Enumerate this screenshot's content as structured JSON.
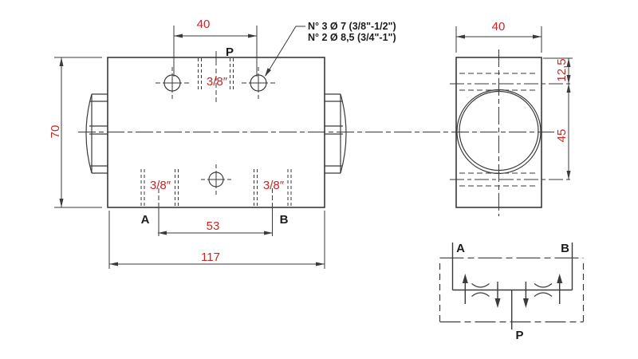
{
  "annotation": {
    "line1": "N° 3 Ø 7 (3/8\"-1/2\")",
    "line2": "N° 2 Ø 8,5 (3/4\"-1\")"
  },
  "front_view": {
    "dim_hole_spacing": "40",
    "dim_height": "70",
    "dim_length": "117",
    "dim_port_spacing": "53",
    "label_p": "P",
    "label_a": "A",
    "label_b": "B",
    "thread_p": "3/8″",
    "thread_a": "3/8″",
    "thread_b": "3/8″"
  },
  "side_view": {
    "dim_width": "40",
    "dim_top_offset": "12,5",
    "dim_bore_span": "45"
  },
  "schematic": {
    "label_a": "A",
    "label_b": "B",
    "label_p": "P"
  },
  "colors": {
    "line": "#3a3a3a",
    "dimension_text": "#c82727",
    "background": "#ffffff"
  }
}
